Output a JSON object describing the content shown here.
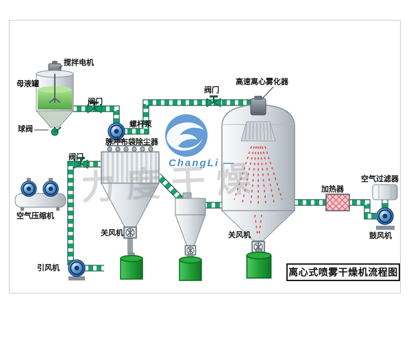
{
  "title": "离心式喷雾干燥机流程图",
  "watermark": {
    "text": "力度干燥",
    "logo_text": "ChangLi —"
  },
  "labels": {
    "stirring_motor": "搅拌电机",
    "mother_liquor_tank": "母液罐",
    "ball_valve": "球阀",
    "feed_valve": "阀门",
    "screw_pump": "螺杆泵",
    "top_valve": "阀门",
    "atomizer": "高速离心雾化器",
    "bag_filter": "脉冲布袋除尘器",
    "exhaust_valve": "阀门",
    "air_compressor": "空气压缩机",
    "induced_draft_fan": "引风机",
    "rotary_valve_left": "关风机",
    "rotary_valve_right": "关风机",
    "heater": "加热器",
    "air_filter": "空气过滤器",
    "blower": "鼓风机"
  },
  "colors": {
    "pipe_green": "#14a16b",
    "collection_tank_green": "#1f9e35",
    "pump_blue": "#1b4f8a",
    "heater_pink": "#f6c9d5",
    "spray_red": "#e2483d"
  }
}
